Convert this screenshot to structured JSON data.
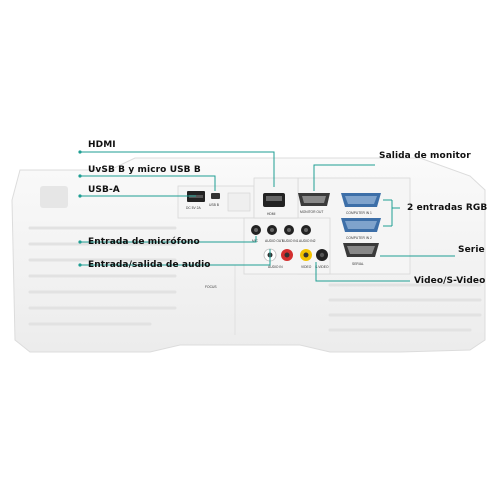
{
  "callouts": {
    "hdmi": "HDMI",
    "usb_b": "UvSB B y micro USB B",
    "usb_a": "USB-A",
    "mic_in": "Entrada de micrófono",
    "audio_io": "Entrada/salida de audio",
    "monitor_out": "Salida de monitor",
    "rgb_in": "2 entradas RGB",
    "serial": "Serie",
    "video": "Video/S-Video"
  },
  "port_labels": {
    "dc_out": "DC 5V 2A",
    "usb_b": "USB B",
    "hdmi": "HDMI",
    "monitor_out": "MONITOR OUT",
    "computer_in_1": "COMPUTER IN 1",
    "computer_in_2": "COMPUTER IN 2",
    "serial": "SERIAL",
    "mic": "MIC",
    "audio_out": "AUDIO OUT",
    "audio_in1": "AUDIO IN1",
    "audio_in2": "AUDIO IN2",
    "audio_in": "AUDIO IN",
    "video": "VIDEO",
    "s_video": "S-VIDEO",
    "focus": "FOCUS"
  },
  "colors": {
    "leader_line": "#1e9e93",
    "body": "#f2f2f2",
    "panel": "#f7f7f7",
    "port_blue": "#3d6fa8"
  }
}
